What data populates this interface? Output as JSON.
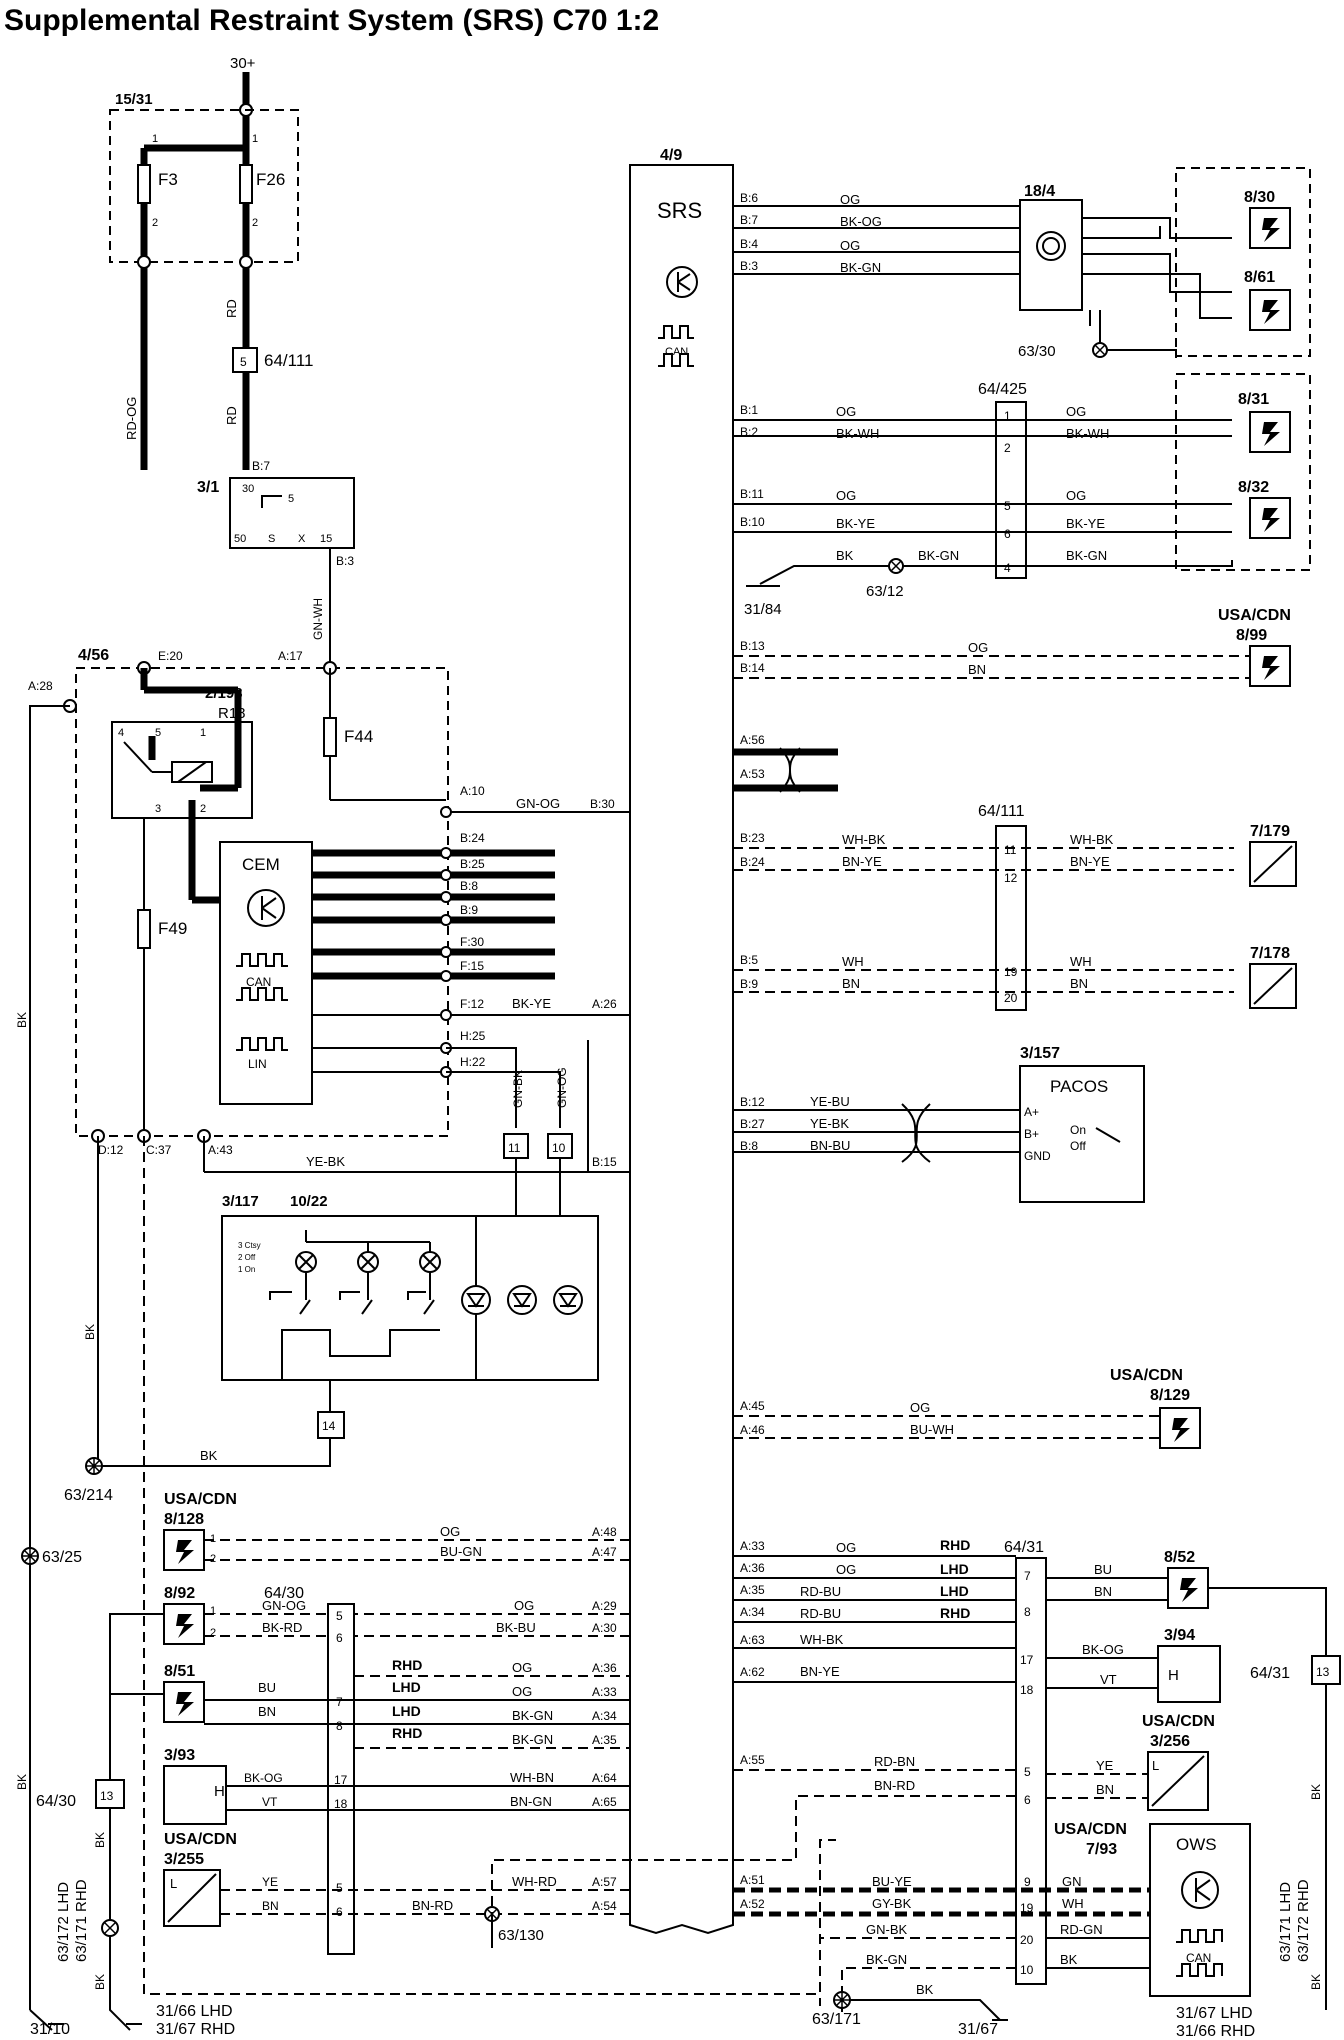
{
  "title": "Supplemental Restraint System (SRS) C70 1:2",
  "srs": {
    "ref": "4/9",
    "label": "SRS",
    "can": "CAN"
  },
  "power": {
    "label": "30+"
  },
  "fusebox": {
    "ref": "15/31",
    "f3": "F3",
    "f26": "F26",
    "pin1": "1",
    "pin2": "2"
  },
  "wires": {
    "rd": "RD",
    "rd_og": "RD-OG",
    "gn_wh": "GN-WH",
    "bk": "BK",
    "gn_bk": "GN-BK",
    "gn_og": "GN-OG",
    "ye_bk": "YE-BK"
  },
  "conn_64_111a": {
    "ref": "64/111",
    "pin": "5"
  },
  "ignition": {
    "ref": "3/1",
    "b7": "B:7",
    "p30": "30",
    "p5": "5",
    "p50": "50",
    "ps": "S",
    "px": "X",
    "p15": "15",
    "b3": "B:3"
  },
  "cem": {
    "ref": "4/56",
    "label": "CEM",
    "can": "CAN",
    "lin": "LIN",
    "e20": "E:20",
    "a17": "A:17",
    "a28": "A:28",
    "d12": "D:12",
    "c37": "C:37",
    "a43": "A:43",
    "relay_ref": "2/193",
    "relay_name": "R18",
    "p4": "4",
    "p5": "5",
    "p1": "1",
    "p3": "3",
    "p2": "2",
    "f44": "F44",
    "f49": "F49",
    "a10": "A:10",
    "pins": [
      "B:24",
      "B:25",
      "B:8",
      "B:9",
      "F:30",
      "F:15",
      "F:12",
      "H:25",
      "H:22"
    ]
  },
  "srs_left": {
    "b30": "B:30",
    "a26": "A:26",
    "b15": "B:15",
    "bk_ye": "BK-YE",
    "a48": "A:48",
    "a47": "A:47",
    "a29": "A:29",
    "a30": "A:30",
    "a36": "A:36",
    "a33": "A:33",
    "a34": "A:34",
    "a35": "A:35",
    "a64": "A:64",
    "a65": "A:65",
    "a57": "A:57",
    "a54": "A:54"
  },
  "switch_panel": {
    "ref": "3/117",
    "ref2": "10/22",
    "legend": [
      "3 Ctsy",
      "2 Off",
      "1 On"
    ],
    "c11": "11",
    "c10": "10",
    "c14": "14"
  },
  "grounds": {
    "g63_214": "63/214",
    "g63_25": "63/25",
    "g31_10": "31/10",
    "g31_66": "31/66 LHD",
    "g31_67": "31/67 RHD",
    "g63_30": "63/30",
    "g63_12": "63/12",
    "g31_84": "31/84",
    "g63_130": "63/130",
    "g63_171": "63/171",
    "g31_67b": "31/67",
    "g31_67r": "31/67 LHD",
    "g31_66r": "31/66 RHD"
  },
  "left_vert_labels": {
    "l1": "63/172 LHD",
    "l2": "63/171 RHD",
    "r1": "63/171 LHD",
    "r2": "63/172 RHD"
  },
  "left_components": {
    "c8_128": "8/128",
    "usa": "USA/CDN",
    "c8_92": "8/92",
    "c8_51": "8/51",
    "c3_93": "3/93",
    "c3_255": "3/255",
    "c64_30": "64/30",
    "c64_30b": "64/30",
    "c13": "13",
    "og": "OG",
    "bu_gn": "BU-GN",
    "gn_og": "GN-OG",
    "bk_rd": "BK-RD",
    "og2": "OG",
    "bk_bu": "BK-BU",
    "bu": "BU",
    "bn": "BN",
    "rhd": "RHD",
    "lhd": "LHD",
    "bk_gn": "BK-GN",
    "bk_og": "BK-OG",
    "vt": "VT",
    "wh_bn": "WH-BN",
    "bn_gn": "BN-GN",
    "ye": "YE",
    "wh_rd": "WH-RD",
    "bn_rd": "BN-RD",
    "h": "H",
    "l": "L"
  },
  "right": {
    "b6": "B:6",
    "b7": "B:7",
    "b4": "B:4",
    "b3": "B:3",
    "og": "OG",
    "bk_og": "BK-OG",
    "bk_gn": "BK-GN",
    "c18_4": "18/4",
    "c8_30": "8/30",
    "c8_61": "8/61",
    "c64_425": "64/425",
    "b1": "B:1",
    "b2": "B:2",
    "b11": "B:11",
    "b10": "B:10",
    "bk_wh": "BK-WH",
    "bk_ye": "BK-YE",
    "bk": "BK",
    "c8_31": "8/31",
    "c8_32": "8/32",
    "usa": "USA/CDN",
    "c8_99": "8/99",
    "b13": "B:13",
    "b14": "B:14",
    "bn": "BN",
    "a56": "A:56",
    "a53": "A:53",
    "c64_111": "64/111",
    "b23": "B:23",
    "b24": "B:24",
    "wh_bk": "WH-BK",
    "bn_ye": "BN-YE",
    "c7_179": "7/179",
    "b5": "B:5",
    "b9": "B:9",
    "wh": "WH",
    "c7_178": "7/178",
    "c3_157": "3/157",
    "pacos": "PACOS",
    "b12": "B:12",
    "b27": "B:27",
    "b8": "B:8",
    "ye_bu": "YE-BU",
    "ye_bk": "YE-BK",
    "bn_bu": "BN-BU",
    "aplus": "A+",
    "bplus": "B+",
    "gnd": "GND",
    "on": "On",
    "off": "Off",
    "a45": "A:45",
    "a46": "A:46",
    "bu_wh": "BU-WH",
    "c8_129": "8/129",
    "c64_31": "64/31",
    "a33": "A:33",
    "a36": "A:36",
    "a35": "A:35",
    "a34": "A:34",
    "rd_bu": "RD-BU",
    "rhd": "RHD",
    "lhd": "LHD",
    "bu": "BU",
    "c8_52": "8/52",
    "a63": "A:63",
    "a62": "A:62",
    "c3_94": "3/94",
    "vt": "VT",
    "h": "H",
    "c13": "13",
    "a55": "A:55",
    "rd_bn": "RD-BN",
    "bn_rd": "BN-RD",
    "ye": "YE",
    "c3_256": "3/256",
    "l": "L",
    "a51": "A:51",
    "a52": "A:52",
    "bu_ye": "BU-YE",
    "gy_bk": "GY-BK",
    "gn": "GN",
    "c7_93": "7/93",
    "ows": "OWS",
    "can": "CAN",
    "gn_bk": "GN-BK",
    "bk_gn2": "BK-GN",
    "rd_gn": "RD-GN"
  }
}
